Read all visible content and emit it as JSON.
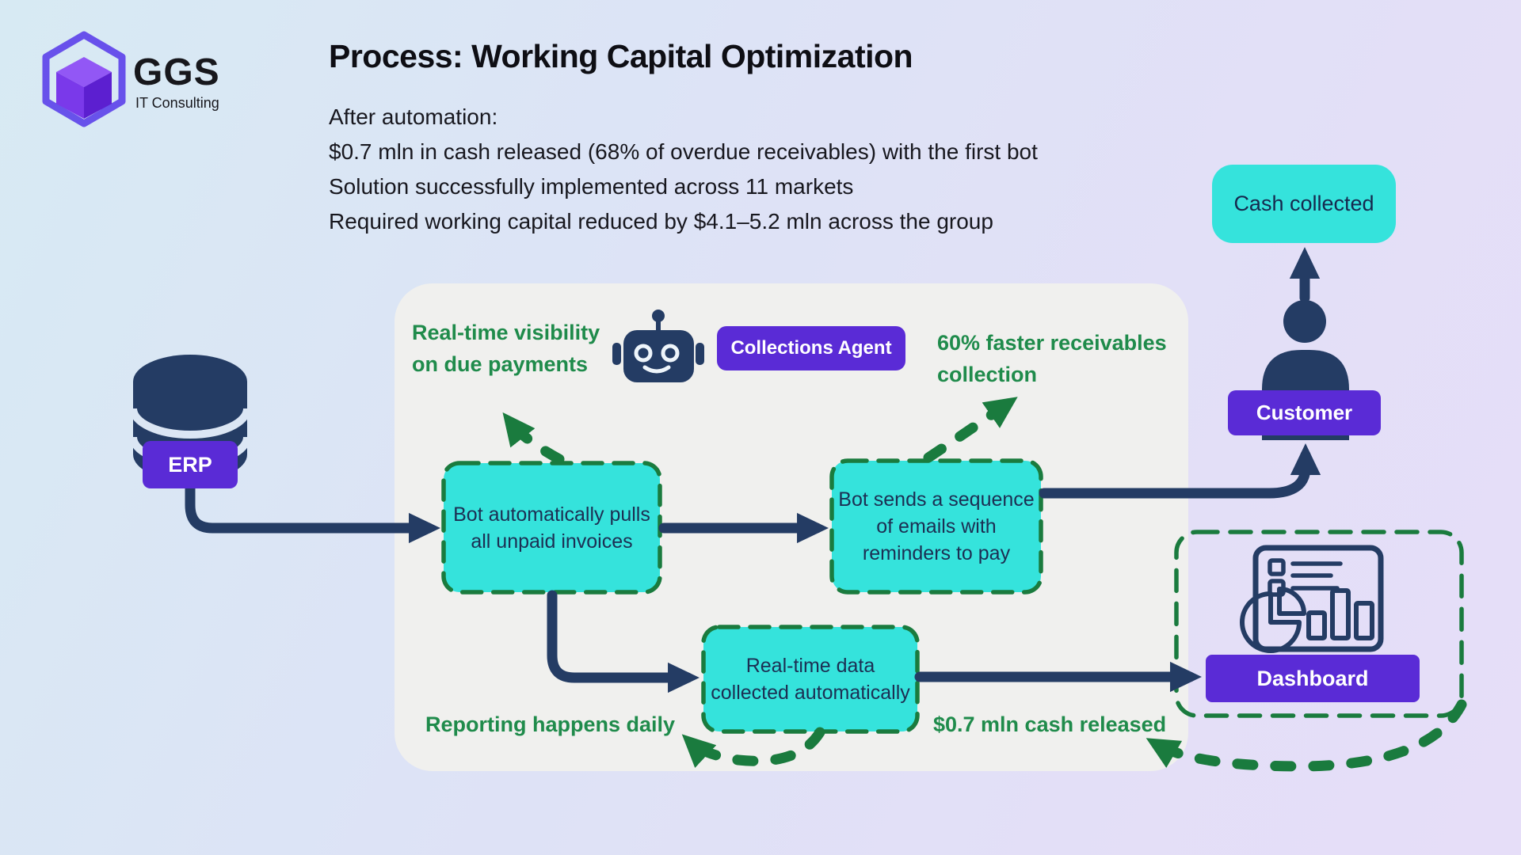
{
  "header": {
    "brand": "GGS",
    "tagline": "IT Consulting",
    "title": "Process: Working Capital Optimization",
    "subtitle_lines": [
      "After automation:",
      "$0.7 mln in cash released (68% of overdue receivables) with the first bot",
      "Solution successfully implemented across 11 markets",
      "Required working capital reduced by $4.1–5.2 mln across the group"
    ]
  },
  "diagram": {
    "erp": {
      "label": "ERP"
    },
    "agent": {
      "label": "Collections Agent"
    },
    "steps": {
      "pull_invoices": "Bot automatically pulls all unpaid invoices",
      "send_emails": "Bot sends a sequence of emails with reminders to pay",
      "collect_data": "Real-time data collected automatically"
    },
    "annotations": {
      "visibility": "Real-time visibility on due payments",
      "faster_collection": "60% faster receivables collection",
      "daily_reporting": "Reporting happens daily",
      "cash_released": "$0.7 mln cash released"
    },
    "outcome": {
      "cash_collected": "Cash collected",
      "customer": "Customer",
      "dashboard": "Dashboard"
    }
  },
  "colors": {
    "accent_purple": "#5a2bd6",
    "cyan": "#35e3dc",
    "navy": "#243c64",
    "green_text": "#1f8b4b",
    "green_stroke": "#1a7b3e",
    "panel": "#f0f0ee"
  }
}
